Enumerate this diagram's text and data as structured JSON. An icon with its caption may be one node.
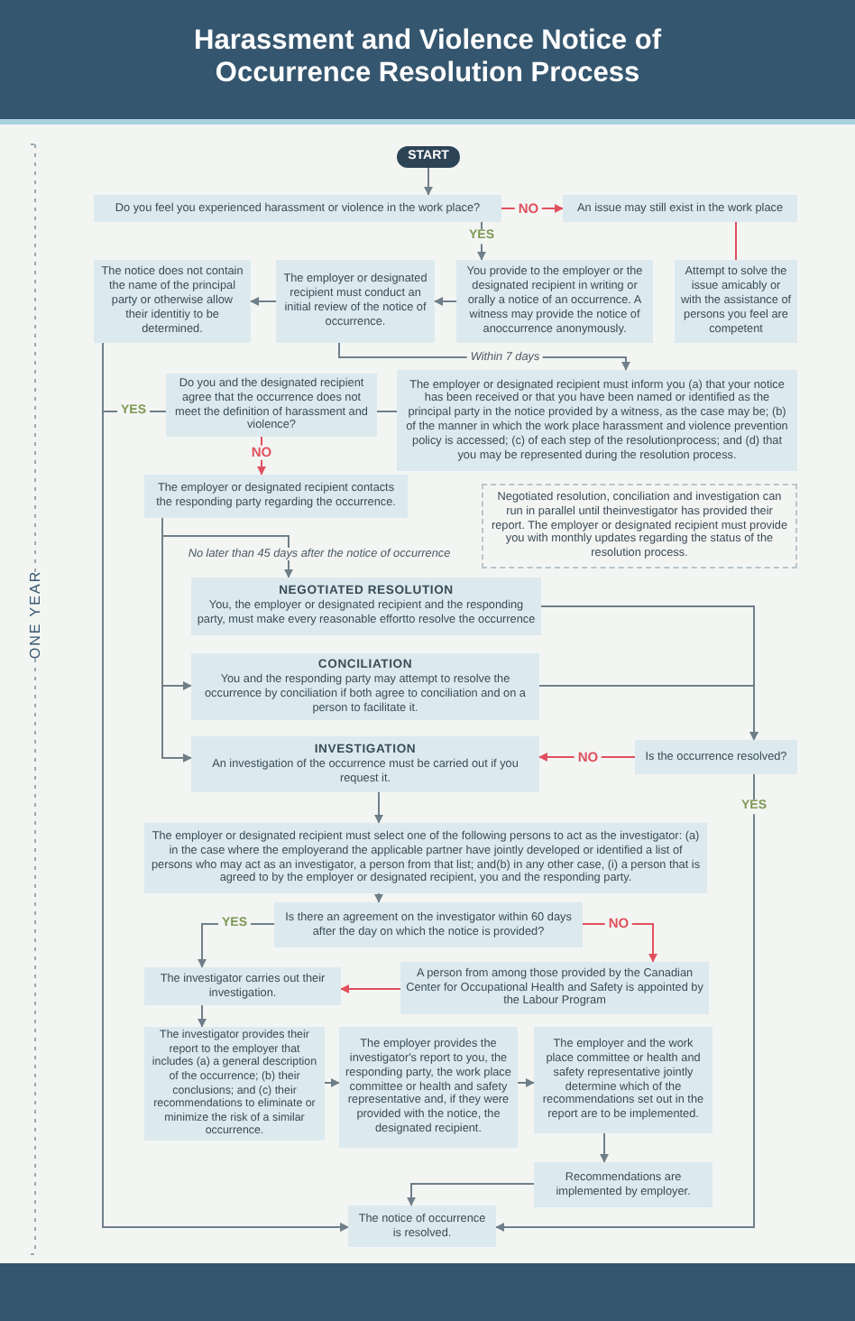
{
  "diagram": {
    "title": "Harassment and Violence Notice of Occurrence Resolution Process",
    "nodes": [
      {
        "text": [
          "START"
        ]
      },
      {
        "text": [
          "Do you feel you experienced harassment or violence in the work place?"
        ]
      },
      {
        "text": [
          "An issue may still exist in the work place"
        ]
      },
      {
        "text": [
          "The notice does not contain the name of the principal party or otherwise allow their identitiy to be determined."
        ]
      },
      {
        "text": [
          "The employer or designated recipient must conduct an initial review of the notice of occurrence."
        ]
      },
      {
        "text": [
          "You provide to the employer or the designated recipient in writing or orally a notice of an occurrence. A witness may provide the notice of anoccurrence anonymously."
        ]
      },
      {
        "text": [
          "Attempt to solve the issue amicably or with the assistance of persons you feel are competent"
        ]
      },
      {
        "text": [
          "Do you and the designated recipient agree that the occurrence does not meet the definition of harassment and violence?"
        ]
      },
      {
        "text": [
          "The employer or designated recipient must inform you (a) that your notice has been received or that you have been named or identified as the principal party in the notice provided by a witness, as the case may be; (b) of the manner in which the work place harassment and violence prevention policy is accessed; (c) of each step of the resolutionprocess; and (d) that you may be represented during the resolution process."
        ]
      },
      {
        "text": [
          "The employer or designated recipient contacts the responding party regarding the occurrence."
        ]
      },
      {
        "text": [
          "Negotiated resolution, conciliation and investigation can run in parallel until theinvestigator has provided their report. The employer or designated recipient must provide you with monthly updates regarding the status of the resolution process."
        ]
      },
      {
        "text": [
          "NEGOTIATED RESOLUTION",
          "You, the employer or designated recipient and the responding party, must make every reasonable effortto resolve the occurrence"
        ]
      },
      {
        "text": [
          "CONCILIATION",
          "You and the responding party may attempt to resolve the occurrence by conciliation if both agree to conciliation and on a person to facilitate it."
        ]
      },
      {
        "text": [
          "INVESTIGATION",
          "An investigation of the occurrence must be carried out if you request it."
        ]
      },
      {
        "text": [
          "Is the occurrence resolved?"
        ]
      },
      {
        "text": [
          "The employer or designated recipient must select one of the following persons to act as the investigator: (a) in the case where the employerand the applicable partner have jointly developed or identified a list of persons who may act as an investigator, a person from that list; and(b) in any other case, (i) a person that is agreed to by the employer or designated recipient, you and the responding party."
        ]
      },
      {
        "text": [
          "Is there an agreement on the investigator within 60 days after the day on which the notice is provided?"
        ]
      },
      {
        "text": [
          "The investigator carries out their investigation."
        ]
      },
      {
        "text": [
          "A person from among those provided by the Canadian Center for Occupational Health and Safety is appointed by the Labour Program"
        ]
      },
      {
        "text": [
          "The investigator provides their report to the employer that includes (a) a general description of the occurrence; (b) their conclusions; and (c) their recommendations to eliminate or minimize the risk of a similar occurrence."
        ]
      },
      {
        "text": [
          "The employer provides the investigator's report to you, the responding party, the work place committee or health and safety representative and, if they were provided with the notice, the designated recipient."
        ]
      },
      {
        "text": [
          "The employer and the work place committee or health and safety representative jointly determine which of the recommendations set out in the report are to be implemented."
        ]
      },
      {
        "text": [
          "Recommendations are implemented by employer."
        ]
      },
      {
        "text": [
          "The notice of occurrence is resolved."
        ]
      }
    ],
    "edges": [
      {
        "from": 0,
        "to": 1,
        "arrow": "to"
      },
      {
        "from": 1,
        "to": 2,
        "arrow": "to",
        "label": "NO",
        "color": "#e0505e"
      },
      {
        "from": 1,
        "to": 5,
        "arrow": "to",
        "label": "YES"
      },
      {
        "from": 2,
        "to": 6,
        "arrow": "none",
        "color": "#e0505e"
      },
      {
        "from": 5,
        "to": 4,
        "arrow": "to"
      },
      {
        "from": 4,
        "to": 3,
        "arrow": "to"
      },
      {
        "from": 4,
        "to": 8,
        "arrow": "to",
        "label": "Within 7 days"
      },
      {
        "from": 8,
        "to": 7,
        "arrow": "none"
      },
      {
        "from": 3,
        "to": 23,
        "arrow": "to"
      },
      {
        "from": 7,
        "to": 23,
        "arrow": "to",
        "label": "YES"
      },
      {
        "from": 7,
        "to": 9,
        "arrow": "to",
        "label": "NO",
        "color": "#e0505e"
      },
      {
        "from": 9,
        "to": 11,
        "arrow": "to",
        "label": "No later than 45 days after the notice of occurrence"
      },
      {
        "from": 9,
        "to": 12,
        "arrow": "to"
      },
      {
        "from": 9,
        "to": 13,
        "arrow": "to"
      },
      {
        "from": 11,
        "to": 14,
        "arrow": "to"
      },
      {
        "from": 12,
        "to": 14,
        "arrow": "to"
      },
      {
        "from": 14,
        "to": 13,
        "arrow": "to",
        "label": "NO",
        "color": "#e0505e"
      },
      {
        "from": 14,
        "to": 23,
        "arrow": "to",
        "label": "YES"
      },
      {
        "from": 13,
        "to": 15,
        "arrow": "to"
      },
      {
        "from": 15,
        "to": 16,
        "arrow": "to"
      },
      {
        "from": 16,
        "to": 17,
        "arrow": "to",
        "label": "YES"
      },
      {
        "from": 16,
        "to": 18,
        "arrow": "to",
        "label": "NO",
        "color": "#e0505e"
      },
      {
        "from": 18,
        "to": 17,
        "arrow": "to",
        "color": "#e0505e"
      },
      {
        "from": 17,
        "to": 19,
        "arrow": "to"
      },
      {
        "from": 19,
        "to": 20,
        "arrow": "to"
      },
      {
        "from": 20,
        "to": 21,
        "arrow": "to"
      },
      {
        "from": 21,
        "to": 22,
        "arrow": "to"
      },
      {
        "from": 22,
        "to": 23,
        "arrow": "to"
      }
    ],
    "labels": [
      "ONE YEAR"
    ]
  }
}
